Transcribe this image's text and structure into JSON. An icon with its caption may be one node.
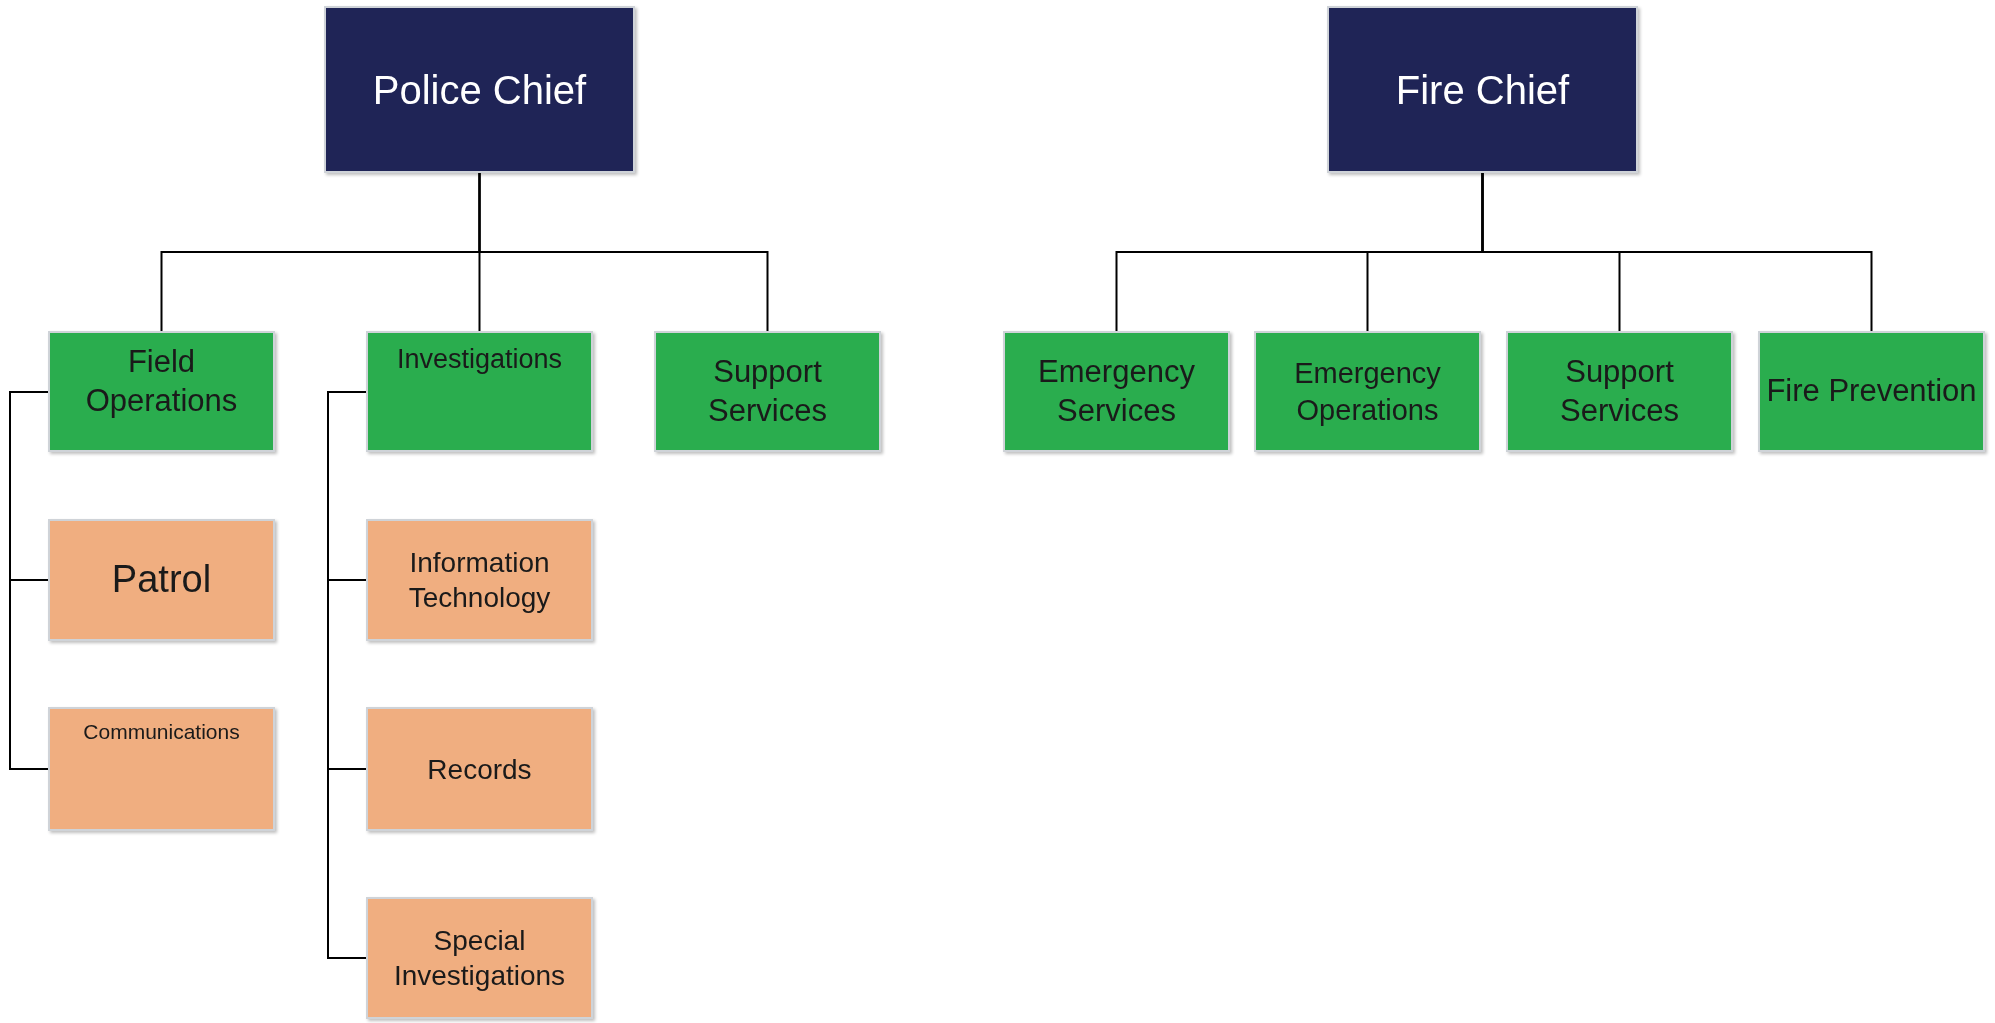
{
  "diagram": {
    "nodes": [
      {
        "text": [
          "Police Chief"
        ]
      },
      {
        "text": [
          "Fire Chief"
        ]
      },
      {
        "text": [
          "Field Operations"
        ]
      },
      {
        "text": [
          "Investigations"
        ]
      },
      {
        "text": [
          "Support Services"
        ]
      },
      {
        "text": [
          "Patrol"
        ]
      },
      {
        "text": [
          "Communications"
        ]
      },
      {
        "text": [
          "Information Technology"
        ]
      },
      {
        "text": [
          "Records"
        ]
      },
      {
        "text": [
          "Special Investigations"
        ]
      },
      {
        "text": [
          "Emergency Services"
        ]
      },
      {
        "text": [
          "Emergency Operations"
        ]
      },
      {
        "text": [
          "Support Services"
        ]
      },
      {
        "text": [
          "Fire Prevention"
        ]
      }
    ],
    "edges": [
      {
        "from": 0,
        "to": 2,
        "arrow": "none"
      },
      {
        "from": 0,
        "to": 3,
        "arrow": "none"
      },
      {
        "from": 0,
        "to": 4,
        "arrow": "none"
      },
      {
        "from": 2,
        "to": 5,
        "arrow": "none"
      },
      {
        "from": 2,
        "to": 6,
        "arrow": "none"
      },
      {
        "from": 3,
        "to": 7,
        "arrow": "none"
      },
      {
        "from": 3,
        "to": 8,
        "arrow": "none"
      },
      {
        "from": 3,
        "to": 9,
        "arrow": "none"
      },
      {
        "from": 1,
        "to": 10,
        "arrow": "none"
      },
      {
        "from": 1,
        "to": 11,
        "arrow": "none"
      },
      {
        "from": 1,
        "to": 12,
        "arrow": "none"
      },
      {
        "from": 1,
        "to": 13,
        "arrow": "none"
      }
    ]
  }
}
